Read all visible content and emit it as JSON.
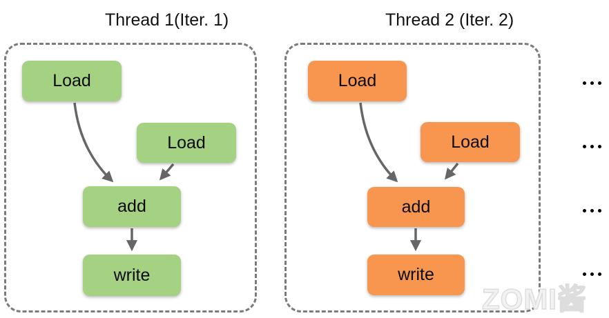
{
  "diagram": {
    "type": "dataflow-threads",
    "threads": [
      {
        "title": "Thread 1(Iter. 1)",
        "node_color": "#a5d183",
        "nodes": [
          {
            "id": "load-a",
            "label": "Load"
          },
          {
            "id": "load-b",
            "label": "Load"
          },
          {
            "id": "add",
            "label": "add"
          },
          {
            "id": "write",
            "label": "write"
          }
        ],
        "edges": [
          {
            "from": "load-a",
            "to": "add"
          },
          {
            "from": "load-b",
            "to": "add"
          },
          {
            "from": "add",
            "to": "write"
          }
        ]
      },
      {
        "title": "Thread 2 (Iter. 2)",
        "node_color": "#f8954f",
        "nodes": [
          {
            "id": "load-a",
            "label": "Load"
          },
          {
            "id": "load-b",
            "label": "Load"
          },
          {
            "id": "add",
            "label": "add"
          },
          {
            "id": "write",
            "label": "write"
          }
        ],
        "edges": [
          {
            "from": "load-a",
            "to": "add"
          },
          {
            "from": "load-b",
            "to": "add"
          },
          {
            "from": "add",
            "to": "write"
          }
        ]
      }
    ],
    "continuation_marks": {
      "label": "...",
      "count": 4
    },
    "colors": {
      "container_border": "#7b7b7b",
      "arrow": "#666666",
      "text": "#0a0a0a",
      "background": "#ffffff",
      "watermark": "#e4e4e4"
    }
  },
  "watermark": {
    "text": "ZOMI酱"
  }
}
